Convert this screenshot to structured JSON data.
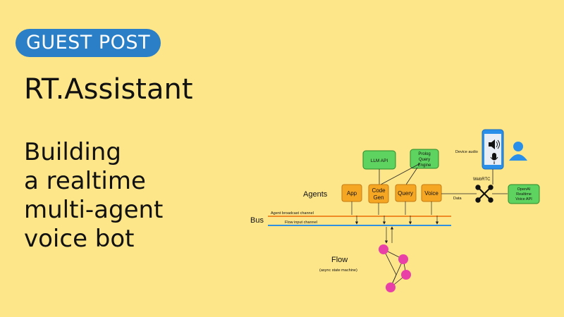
{
  "badge": "GUEST POST",
  "title": "RT.Assistant",
  "subtitle": [
    "Building",
    "a realtime",
    "multi-agent",
    "voice bot"
  ],
  "diagram": {
    "agents_label": "Agents",
    "bus_label": "Bus",
    "llm_api": "LLM API",
    "prolog": [
      "Prolog",
      "Query",
      "Engine"
    ],
    "app": "App",
    "codegen": [
      "Code",
      "Gen"
    ],
    "query": "Query",
    "voice": "Voice",
    "broadcast": "Agent broadcast channel",
    "flow_input": "Flow input channel",
    "flow_title": "Flow",
    "flow_sub": "(async state machine)",
    "device_audio": "Device audio",
    "webrtc": "WebRTC",
    "data": "Data",
    "openai": [
      "OpenAI",
      "Realtime",
      "Voice API"
    ]
  },
  "colors": {
    "background": "#fde68a",
    "badge": "#2a7fc6",
    "agent_box": "#f5a623",
    "api_box": "#5fd35f",
    "broadcast_line": "#f08a24",
    "flow_line": "#2f8fe0",
    "flow_node": "#e940a8",
    "phone": "#2a8fe8"
  }
}
